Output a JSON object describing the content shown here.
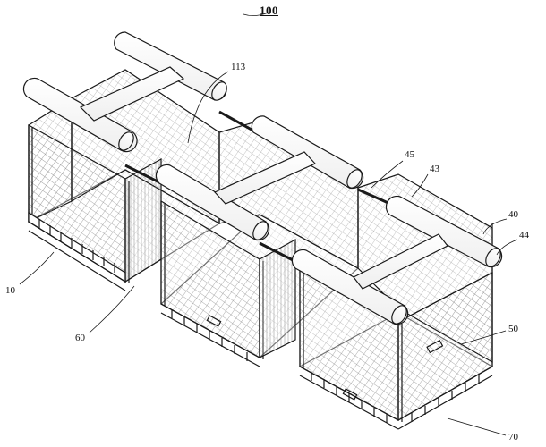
{
  "figure": {
    "title": "100",
    "colors": {
      "line": "#1a1a1a",
      "mesh": "#7a7a7a",
      "paper": "#ffffff",
      "shade": "#d9d9d9"
    }
  },
  "labels": {
    "l113": "113",
    "l45": "45",
    "l43": "43",
    "l40": "40",
    "l44": "44",
    "l10": "10",
    "l60": "60",
    "l50": "50",
    "l70": "70"
  }
}
